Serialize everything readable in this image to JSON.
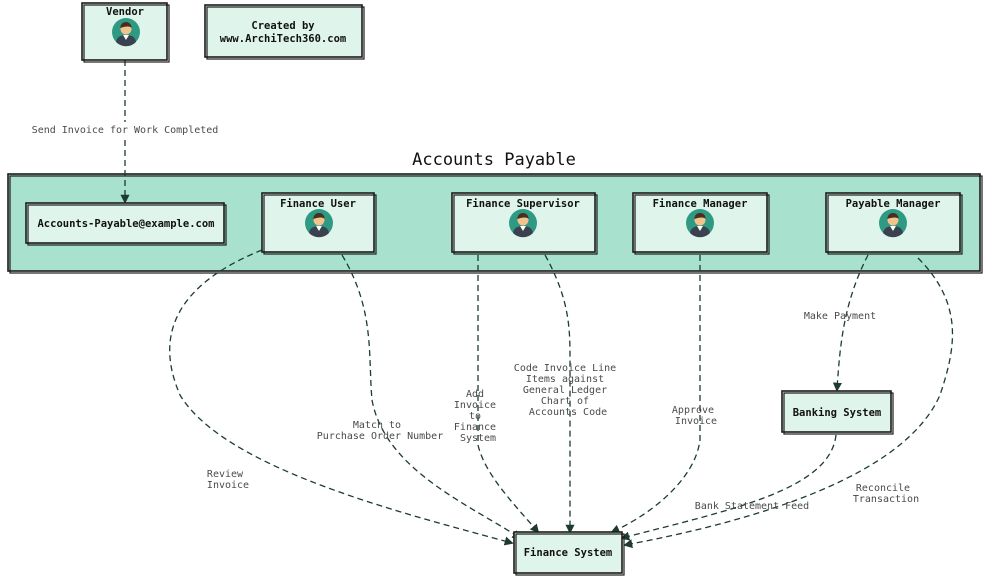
{
  "title": "Accounts Payable",
  "credit": [
    "Created by",
    "www.ArchiTech360.com"
  ],
  "colors": {
    "box_fill": "#dff5ec",
    "group_fill": "#a8e2cf",
    "edge": "#1d3b30",
    "avatar_bg": "#2f9a84",
    "avatar_skin": "#f2c48d",
    "avatar_shirt": "#3a4250"
  },
  "nodes": {
    "vendor": "Vendor",
    "ap_email": "Accounts-Payable@example.com",
    "finance_user": "Finance User",
    "finance_supervisor": "Finance Supervisor",
    "finance_manager": "Finance Manager",
    "payable_manager": "Payable Manager",
    "banking_system": "Banking System",
    "finance_system": "Finance System"
  },
  "edges": {
    "send_invoice": [
      "Send Invoice for Work Completed"
    ],
    "review_invoice": [
      "Review",
      "Invoice"
    ],
    "match_po": [
      "Match to",
      "Purchase Order Number"
    ],
    "add_invoice": [
      "Add",
      "Invoice",
      "to",
      "Finance",
      "System"
    ],
    "code_invoice": [
      "Code Invoice Line",
      "Items against",
      "General Ledger",
      "Chart of",
      "Accounts Code"
    ],
    "approve_invoice": [
      "Approve",
      "Invoice"
    ],
    "make_payment": [
      "Make Payment"
    ],
    "bank_statement": [
      "Bank Statement Feed"
    ],
    "reconcile": [
      "Reconcile",
      "Transaction"
    ]
  },
  "icons": {
    "person": "person-avatar-icon"
  }
}
